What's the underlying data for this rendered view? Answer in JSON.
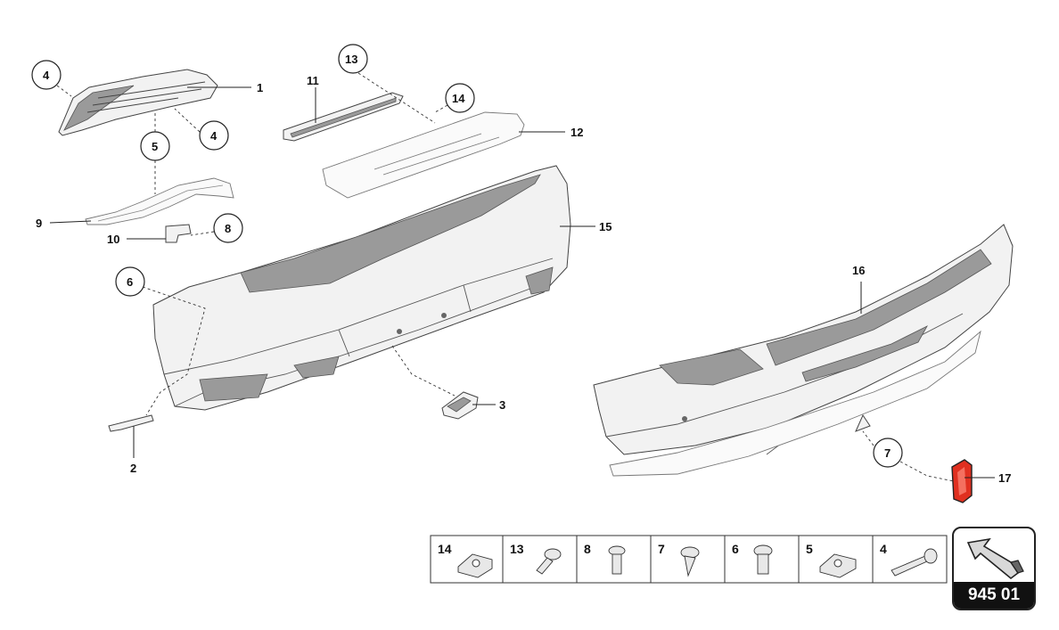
{
  "callouts": {
    "c1": "1",
    "c2": "2",
    "c3": "3",
    "c4a": "4",
    "c4b": "4",
    "c5": "5",
    "c6": "6",
    "c7": "7",
    "c8": "8",
    "c9": "9",
    "c10": "10",
    "c11": "11",
    "c12": "12",
    "c13": "13",
    "c14": "14",
    "c15": "15",
    "c16": "16",
    "c17": "17"
  },
  "hardware_table": [
    {
      "num": "14",
      "icon": "clip-nut-icon"
    },
    {
      "num": "13",
      "icon": "screw-icon"
    },
    {
      "num": "8",
      "icon": "bolt-icon"
    },
    {
      "num": "7",
      "icon": "self-tapping-screw-icon"
    },
    {
      "num": "6",
      "icon": "bolt-icon"
    },
    {
      "num": "5",
      "icon": "clip-nut-icon"
    },
    {
      "num": "4",
      "icon": "long-screw-icon"
    }
  ],
  "reference": {
    "code": "945 01",
    "icon": "direction-arrow-icon"
  },
  "colors": {
    "highlight": "#e03020",
    "line": "#333333",
    "badge": "#111111"
  }
}
